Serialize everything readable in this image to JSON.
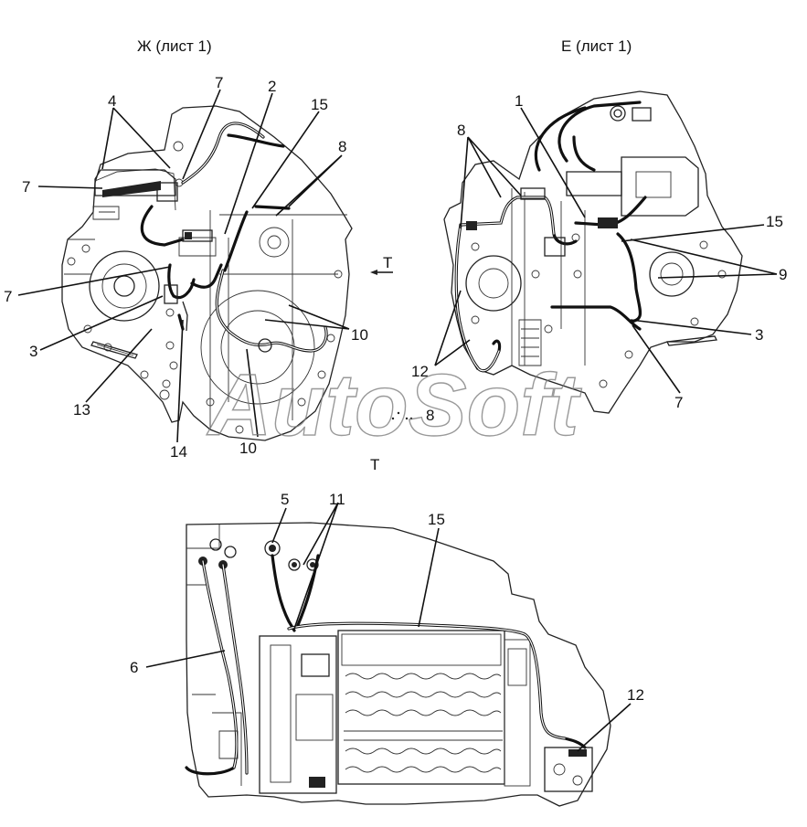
{
  "views": {
    "left_title": "Ж (лист 1)",
    "right_title": "Е (лист 1)"
  },
  "arrow_marker": "Т",
  "bottom_marker": "Т",
  "watermark": "AutoSoft",
  "callouts_left": [
    "4",
    "7",
    "2",
    "15",
    "8",
    "7",
    "7",
    "3",
    "13",
    "14",
    "10",
    "10"
  ],
  "callouts_right": [
    "8",
    "1",
    "15",
    "9",
    "3",
    "7",
    "12"
  ],
  "callouts_bottom": [
    "5",
    "11",
    "15",
    "6",
    "12"
  ],
  "center_number": "8"
}
